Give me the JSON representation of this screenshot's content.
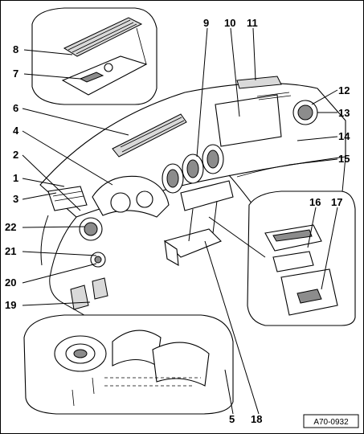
{
  "figure": {
    "reference_code": "A70-0932",
    "callouts": [
      "1",
      "2",
      "3",
      "4",
      "5",
      "6",
      "7",
      "8",
      "9",
      "10",
      "11",
      "12",
      "13",
      "14",
      "15",
      "16",
      "17",
      "18",
      "19",
      "20",
      "21",
      "22"
    ]
  }
}
